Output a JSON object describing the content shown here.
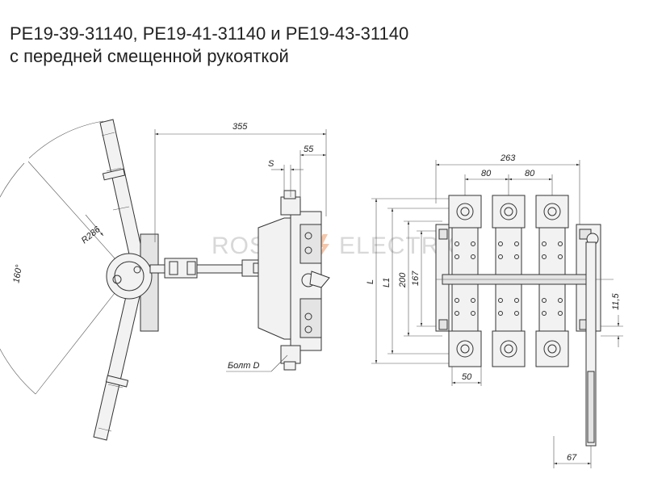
{
  "title": {
    "line1": "РЕ19-39-31140, РЕ19-41-31140 и РЕ19-43-31140",
    "line2": "с передней смещенной рукояткой"
  },
  "watermark": {
    "left": "ROS",
    "right": "ELECTRIC"
  },
  "dimensions": {
    "d355": "355",
    "d55": "55",
    "s": "S",
    "r286": "R286",
    "angle160": "160°",
    "bolt": "Болт D",
    "d263": "263",
    "d80a": "80",
    "d80b": "80",
    "L": "L",
    "L1": "L1",
    "d200": "200",
    "d167": "167",
    "d11_5": "11,5",
    "d50": "50",
    "d67": "67"
  }
}
